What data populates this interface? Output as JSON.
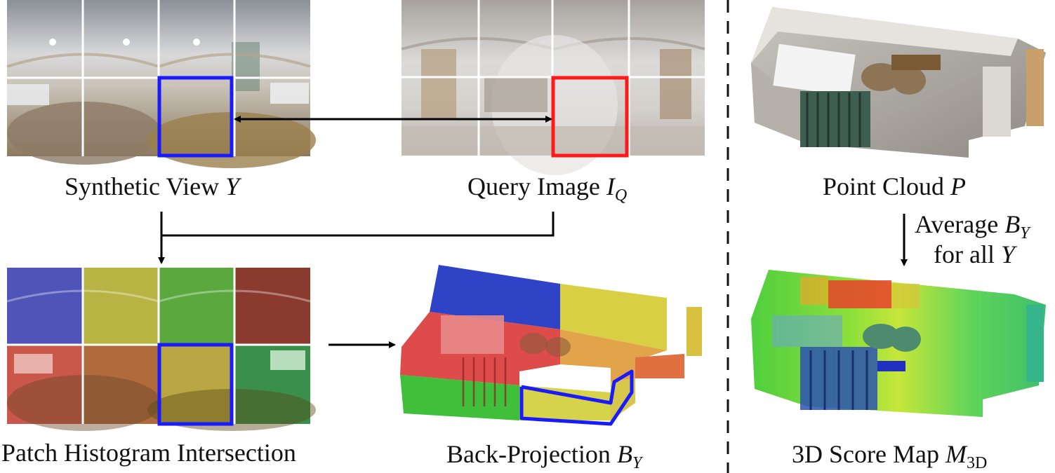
{
  "labels": {
    "synthetic_view": "Synthetic View",
    "synthetic_view_sym": "Y",
    "query_image": "Query Image",
    "query_image_sym": "I",
    "query_image_sub": "Q",
    "point_cloud": "Point Cloud",
    "point_cloud_sym": "P",
    "average_line1": "Average",
    "average_sym": "B",
    "average_sub": "Y",
    "average_line2": "for all",
    "average_line2_sym": "Y",
    "patch_hist": "Patch Histogram Intersection",
    "back_projection": "Back-Projection",
    "back_projection_sym": "B",
    "back_projection_sub": "Y",
    "score_map": "3D Score Map",
    "score_map_sym": "M",
    "score_map_sub": "3D"
  },
  "colors": {
    "highlight_blue": "#1a1aff",
    "highlight_red": "#ff1a1a",
    "arrow": "#000000",
    "grid_line": "#ffffff"
  }
}
